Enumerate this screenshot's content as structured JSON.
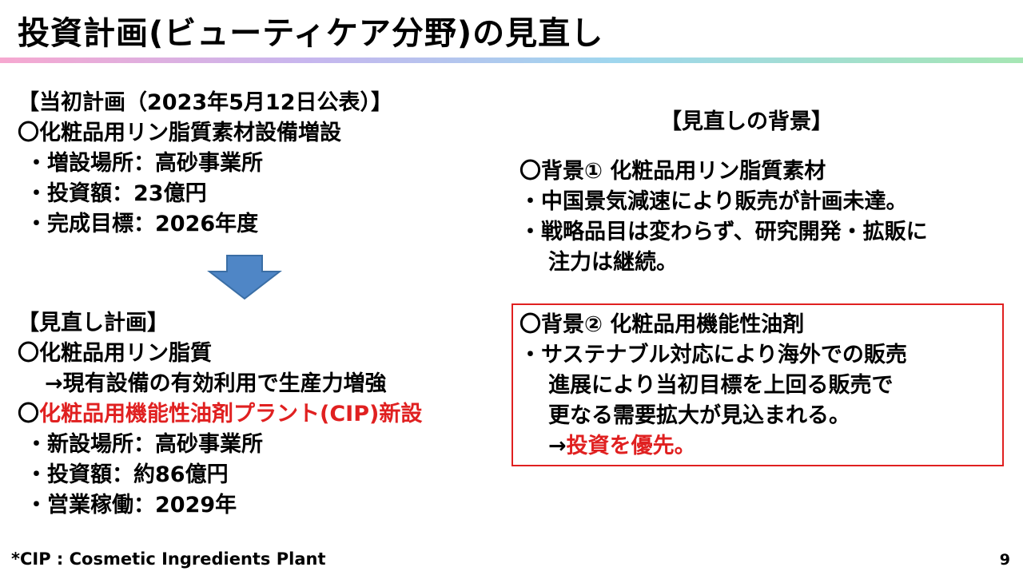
{
  "title": "投資計画(ビューティケア分野)の見直し",
  "original": {
    "heading": "【当初計画（2023年5月12日公表）】",
    "item": "〇化粧品用リン脂質素材設備増設",
    "bullets": [
      "・増設場所：高砂事業所",
      "・投資額：23億円",
      "・完成目標：2026年度"
    ]
  },
  "revised": {
    "heading": "【見直し計画】",
    "item1": "〇化粧品用リン脂質",
    "item1_sub": "→現有設備の有効利用で生産力増強",
    "item2_mark": "〇",
    "item2_red": "化粧品用機能性油剤プラント(CIP)新設",
    "bullets": [
      "・新設場所：高砂事業所",
      "・投資額：約86億円",
      "・営業稼働：2029年"
    ]
  },
  "background": {
    "heading": "【見直しの背景】",
    "bg1_title": "〇背景① 化粧品用リン脂質素材",
    "bg1_line1": "・中国景気減速により販売が計画未達。",
    "bg1_line2": "・戦略品目は変わらず、研究開発・拡販に",
    "bg1_line3": "注力は継続。",
    "bg2_title": "〇背景② 化粧品用機能性油剤",
    "bg2_line1": "・サステナブル対応により海外での販売",
    "bg2_line2": "進展により当初目標を上回る販売で",
    "bg2_line3": "更なる需要拡大が見込まれる。",
    "bg2_arrow": "→",
    "bg2_red": "投資を優先。"
  },
  "footnote": "*CIP : Cosmetic Ingredients Plant",
  "page_number": "9",
  "colors": {
    "accent_red": "#e02020",
    "arrow_blue": "#4f86c6"
  }
}
